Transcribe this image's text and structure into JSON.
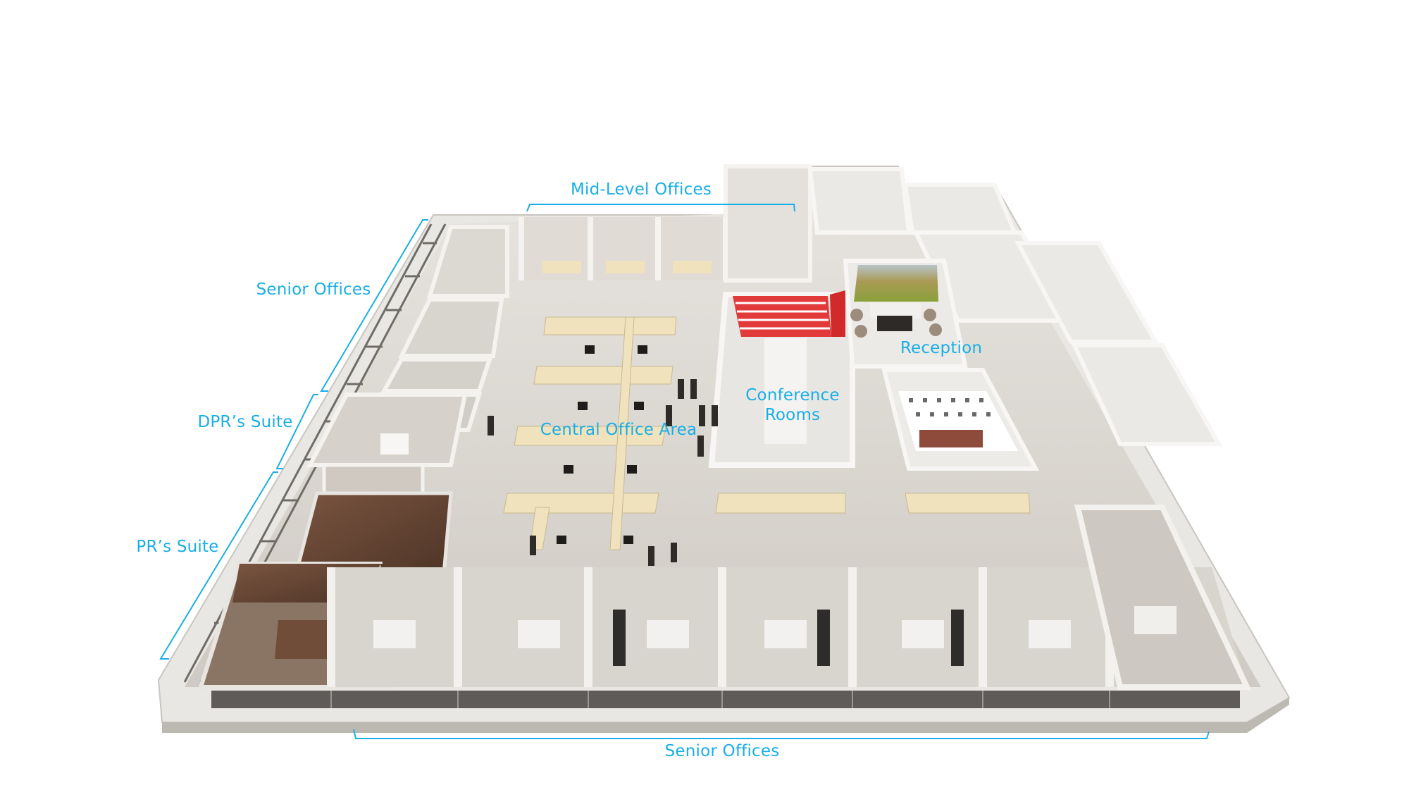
{
  "diagram": {
    "type": "3D isometric office floor plan",
    "accent_color": "#1aaee6",
    "colors": {
      "floor": "#d9d5cf",
      "walls": "#f1efec",
      "wall_shadow": "#bdb8b2",
      "workstation": "#efe2bd",
      "wood_suite": "#6b4a36",
      "conference_red": "#e23a3a",
      "glazing": "#8a8a8a"
    }
  },
  "labels": {
    "mid_level_offices": "Mid-Level Offices",
    "senior_offices_left": "Senior Offices",
    "dpr_suite": "DPR’s Suite",
    "pr_suite": "PR’s Suite",
    "reception": "Reception",
    "conference_line1": "Conference",
    "conference_line2": "Rooms",
    "central_office_area": "Central Office Area",
    "senior_offices_bottom": "Senior Offices"
  }
}
